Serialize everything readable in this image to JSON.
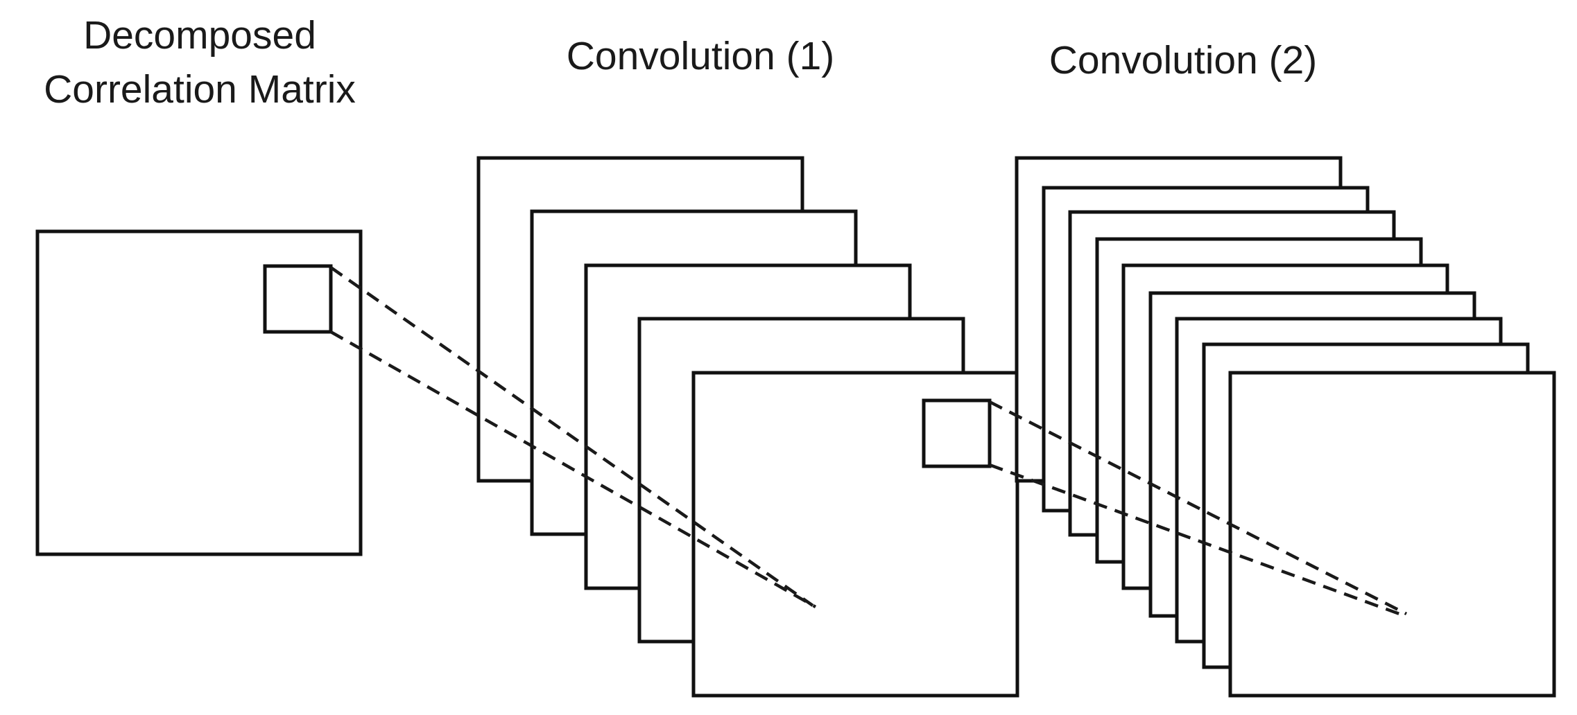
{
  "labels": {
    "input_line1": "Decomposed",
    "input_line2": "Correlation Matrix",
    "conv1": "Convolution (1)",
    "conv2": "Convolution (2)"
  },
  "stacks": {
    "conv1_feature_maps": 5,
    "conv2_feature_maps": 9
  },
  "colors": {
    "line": "#111111",
    "background": "#ffffff"
  }
}
